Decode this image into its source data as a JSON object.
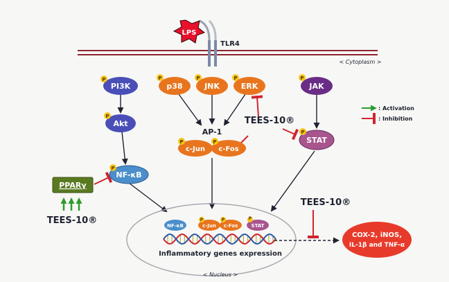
{
  "labels": {
    "lps": "LPS",
    "tlr4": "TLR4",
    "cytoplasm": "< Cytoplasm >",
    "nucleus": "< Nucleus >",
    "pi3k": "PI3K",
    "akt": "Akt",
    "nfkb": "NF-κB",
    "ppar": "PPARγ",
    "p38": "p38",
    "jnk": "JNK",
    "erk": "ERK",
    "jak": "JAK",
    "stat": "STAT",
    "ap1": "AP-1",
    "cjun": "c-Jun",
    "cfos": "c-Fos",
    "phospho": "P",
    "tees": "TEES-10®",
    "genes": "Inflammatory genes expression",
    "nuc_nfkb": "NF-κB",
    "nuc_cjun": "c-Jun",
    "nuc_cfos": "c-Fos",
    "nuc_stat": "STAT",
    "output_line1": "COX-2, iNOS,",
    "output_line2": "IL-1β and TNF-α"
  },
  "legend": {
    "activation": ": Activation",
    "inhibition": ": Inhibition"
  },
  "colors": {
    "background": "#f7f7f5",
    "membrane": "#8b2430",
    "pi3k_akt": "#4a4fb8",
    "mapk": "#e8751e",
    "jak": "#6a2d86",
    "stat": "#a8558e",
    "nfkb": "#4a8ecb",
    "ppar": "#5a7a22",
    "lps": "#e8102a",
    "output": "#e83a2a",
    "phospho": "#f5c518",
    "activation_arrow": "#2e9b2e",
    "inhibition": "#d0242e",
    "text_dark": "#1e2230"
  }
}
